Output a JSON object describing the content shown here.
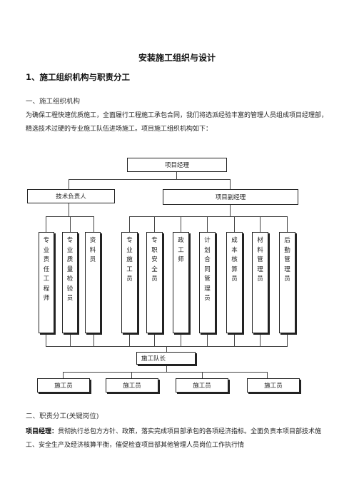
{
  "doc": {
    "title": "安装施工组织与设计",
    "section1": "1、施工组织机构与职责分工",
    "sub1": "一、施工组织机构",
    "para1": "为确保工程快速优质施工，全面履行工程施工承包合同，我们将选派经验丰富的管理人员组成项目经理部，精选技术过硬的专业施工队伍进场施工。项目施工组织机构如下：",
    "sub2": "二、职责分工(关键岗位)",
    "para2_label": "项目经理：",
    "para2_text": "贯彻执行总包方方针、政策，落实完成项目部承包的各项经济指标。全面负责本项目部技术施工、安全生产及经济核算平衡，催促检查项目部其他管理人员岗位工作执行情"
  },
  "org": {
    "manager": "项目经理",
    "tech_lead": "技术负责人",
    "deputy": "项目副经理",
    "tech_roles": [
      [
        "专",
        "业",
        "责",
        "任",
        "工",
        "程",
        "师"
      ],
      [
        "专",
        "业",
        "质",
        "量",
        "检",
        "验",
        "员"
      ],
      [
        "资",
        "料",
        "员"
      ]
    ],
    "deputy_roles": [
      [
        "专",
        "业",
        "施",
        "工",
        "员"
      ],
      [
        "专",
        "职",
        "安",
        "全",
        "员"
      ],
      [
        "政",
        "工",
        "师"
      ],
      [
        "计",
        "划",
        "合",
        "同",
        "管",
        "理",
        "员"
      ],
      [
        "成",
        "本",
        "核",
        "算",
        "员"
      ],
      [
        "材",
        "料",
        "管",
        "理",
        "员"
      ],
      [
        "后",
        "勤",
        "管",
        "理",
        "员"
      ]
    ],
    "team_lead": "施工队长",
    "workers": [
      "施工员",
      "施工员",
      "施工员",
      "施工员"
    ]
  }
}
